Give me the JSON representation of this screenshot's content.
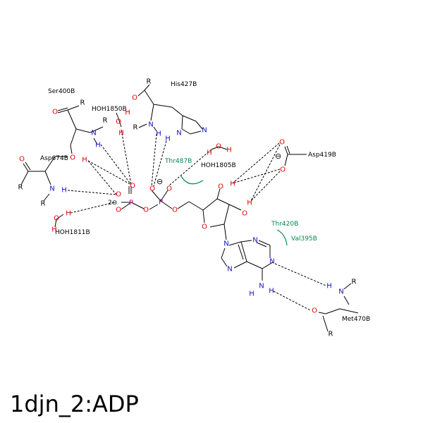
{
  "title": "1djn_2:ADP",
  "colors": {
    "oxygen": "#e00000",
    "nitrogen": "#1010c0",
    "phosphorus": "#b0008a",
    "hydrophobic": "#00884a",
    "bond": "#000000"
  },
  "residues": {
    "ser400": "Ser400B",
    "his427": "His427B",
    "hoh1850": "HOH1850B",
    "asp674": "Asp674B",
    "thr487": "Thr487B",
    "hoh1805": "HOH1805B",
    "asp419": "Asp419B",
    "hoh1811": "HOH1811B",
    "thr420": "Thr420B",
    "val395": "Val395B",
    "met470": "Met470B"
  },
  "atoms": {
    "O": "O",
    "N": "N",
    "H": "H",
    "P": "P",
    "R": "R",
    "minus": "⊖",
    "two_minus": "2⊖"
  }
}
